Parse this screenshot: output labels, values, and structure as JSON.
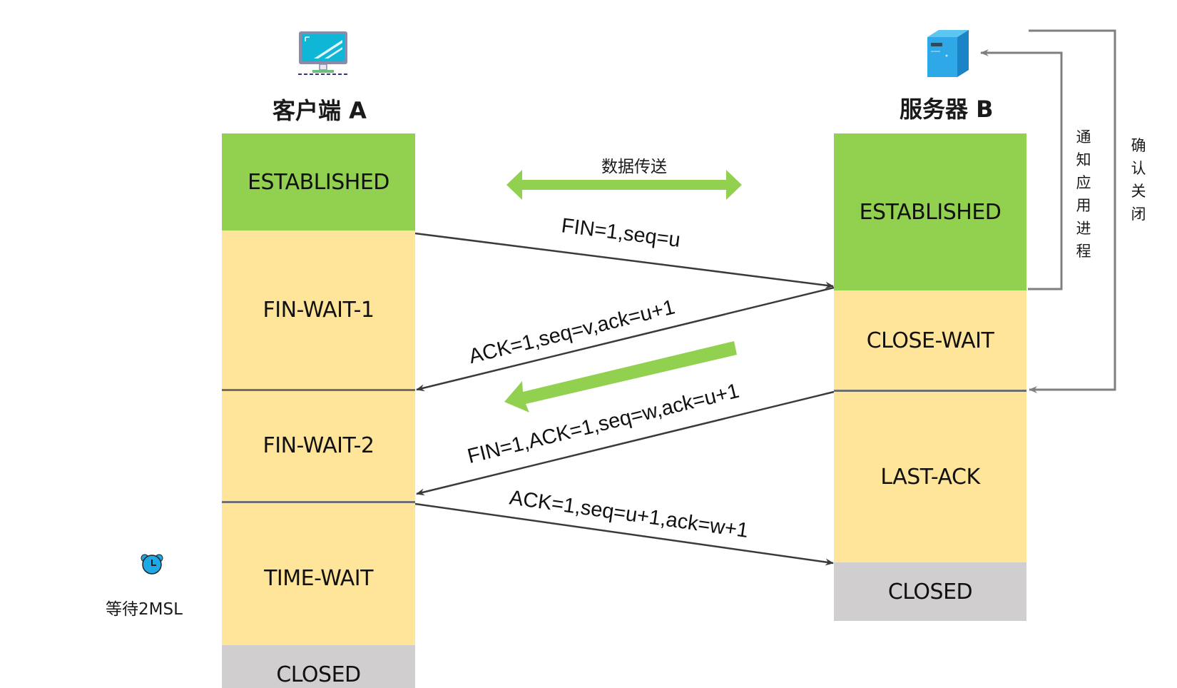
{
  "colors": {
    "established": "#92d050",
    "waiting": "#ffe599",
    "closed": "#d0cece",
    "arrow_line": "#3a3a3a",
    "process_line": "#7f7f7f",
    "accent_green": "#92d050",
    "icon_blue": "#1fa8e6"
  },
  "client": {
    "icon": "computer-monitor-icon",
    "label": "客户端 A",
    "states": [
      {
        "name": "ESTABLISHED",
        "kind": "established"
      },
      {
        "name": "FIN-WAIT-1",
        "kind": "waiting"
      },
      {
        "name": "FIN-WAIT-2",
        "kind": "waiting"
      },
      {
        "name": "TIME-WAIT",
        "kind": "waiting"
      },
      {
        "name": "CLOSED",
        "kind": "closed"
      }
    ],
    "timer": {
      "icon": "alarm-clock-icon",
      "label": "等待2MSL"
    }
  },
  "server": {
    "icon": "server-tower-icon",
    "label": "服务器 B",
    "states": [
      {
        "name": "ESTABLISHED",
        "kind": "established"
      },
      {
        "name": "CLOSE-WAIT",
        "kind": "waiting"
      },
      {
        "name": "LAST-ACK",
        "kind": "waiting"
      },
      {
        "name": "CLOSED",
        "kind": "closed"
      }
    ],
    "side_notes": {
      "notify": "通知应用进程",
      "confirm_close": "确认关闭"
    }
  },
  "data_transfer": {
    "label": "数据传送"
  },
  "messages": [
    {
      "from": "client",
      "to": "server",
      "label": "FIN=1,seq=u"
    },
    {
      "from": "server",
      "to": "client",
      "label": "ACK=1,seq=v,ack=u+1"
    },
    {
      "from": "server",
      "to": "client",
      "label": "FIN=1,ACK=1,seq=w,ack=u+1"
    },
    {
      "from": "client",
      "to": "server",
      "label": "ACK=1,seq=u+1,ack=w+1"
    }
  ]
}
